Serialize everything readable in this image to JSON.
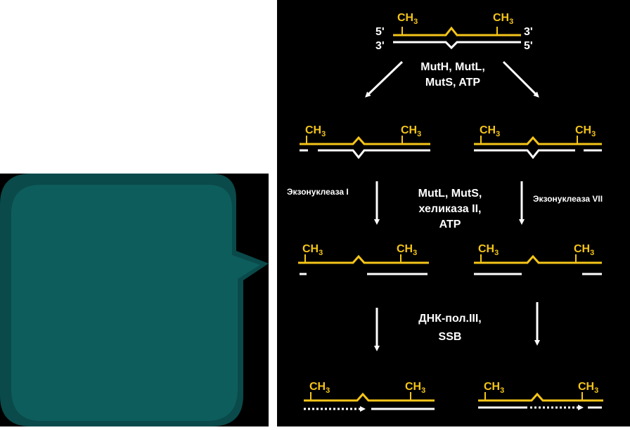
{
  "top": {
    "ch3_left": "CH3",
    "ch3_right": "CH3",
    "five_prime_top": "5'",
    "three_prime_top_right": "3'",
    "three_prime_bottom_left": "3'",
    "five_prime_bottom_right": "5'"
  },
  "step1": {
    "line1": "MutH, MutL,",
    "line2": "MutS, ATP"
  },
  "step2": {
    "left_enzyme": "Экзонуклеаза I",
    "center_line1": "MutL, MutS,",
    "center_line2": "хеликаза II,",
    "center_line3": "ATP",
    "right_enzyme": "Экзонуклеаза VII"
  },
  "step3": {
    "line1": "ДНК-пол.III,",
    "line2": "SSB"
  },
  "methyl_label": "CH3",
  "colors": {
    "parent_strand": "#f5c518",
    "daughter_strand": "#ffffff",
    "left_tile": "#0e5d5d"
  }
}
